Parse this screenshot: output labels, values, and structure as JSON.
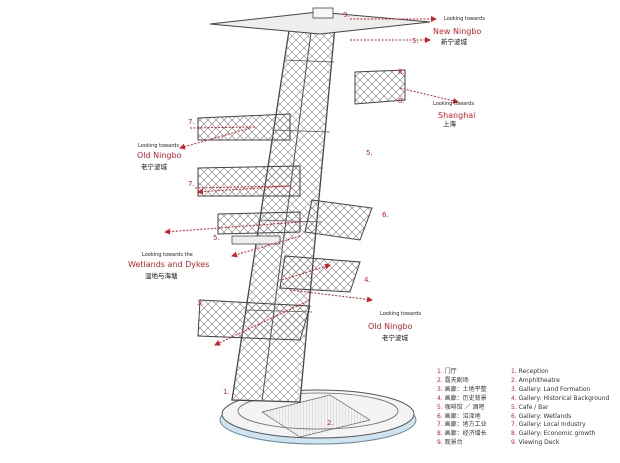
{
  "views": [
    {
      "id": "new-ningbo",
      "caption": "Looking towards",
      "name": "New Ningbo",
      "zh": "新宁波城"
    },
    {
      "id": "shanghai",
      "caption": "Looking towards",
      "name": "Shanghai",
      "zh": "上海"
    },
    {
      "id": "old-ningbo-upper",
      "caption": "Looking towards",
      "name": "Old Ningbo",
      "zh": "老宁波城"
    },
    {
      "id": "wetlands",
      "caption": "Looking towards the",
      "name": "Wetlands and Dykes",
      "zh": "湿地与海塘"
    },
    {
      "id": "old-ningbo-lower",
      "caption": "Looking towards",
      "name": "Old Ningbo",
      "zh": "老宁波城"
    }
  ],
  "markers": [
    "9.",
    "5.",
    "8.",
    "8.",
    "7.",
    "5.",
    "7.",
    "6.",
    "5.",
    "4.",
    "3.",
    "1.",
    "2."
  ],
  "legend_zh": [
    {
      "n": "1.",
      "t": "门厅"
    },
    {
      "n": "2.",
      "t": "露天剧场"
    },
    {
      "n": "3.",
      "t": "画廊：土地平整"
    },
    {
      "n": "4.",
      "t": "画廊：历史背景"
    },
    {
      "n": "5.",
      "t": "咖啡馆 ／ 酒吧"
    },
    {
      "n": "6.",
      "t": "画廊：沼泽地"
    },
    {
      "n": "7.",
      "t": "画廊：地方工业"
    },
    {
      "n": "8.",
      "t": "画廊：经济增长"
    },
    {
      "n": "9.",
      "t": "观景台"
    }
  ],
  "legend_en": [
    {
      "n": "1.",
      "t": "Reception"
    },
    {
      "n": "2.",
      "t": "Amphitheatre"
    },
    {
      "n": "3.",
      "t": "Gallery: Land Formation"
    },
    {
      "n": "4.",
      "t": "Gallery: Historical Background"
    },
    {
      "n": "5.",
      "t": "Cafe / Bar"
    },
    {
      "n": "6.",
      "t": "Gallery: Wetlands"
    },
    {
      "n": "7.",
      "t": "Gallery: Local Industry"
    },
    {
      "n": "8.",
      "t": "Gallery: Economic growth"
    },
    {
      "n": "9.",
      "t": "Viewing Deck"
    }
  ],
  "colors": {
    "accent": "#d0202a",
    "structure": "#555555",
    "base": "#cfe3f0"
  }
}
